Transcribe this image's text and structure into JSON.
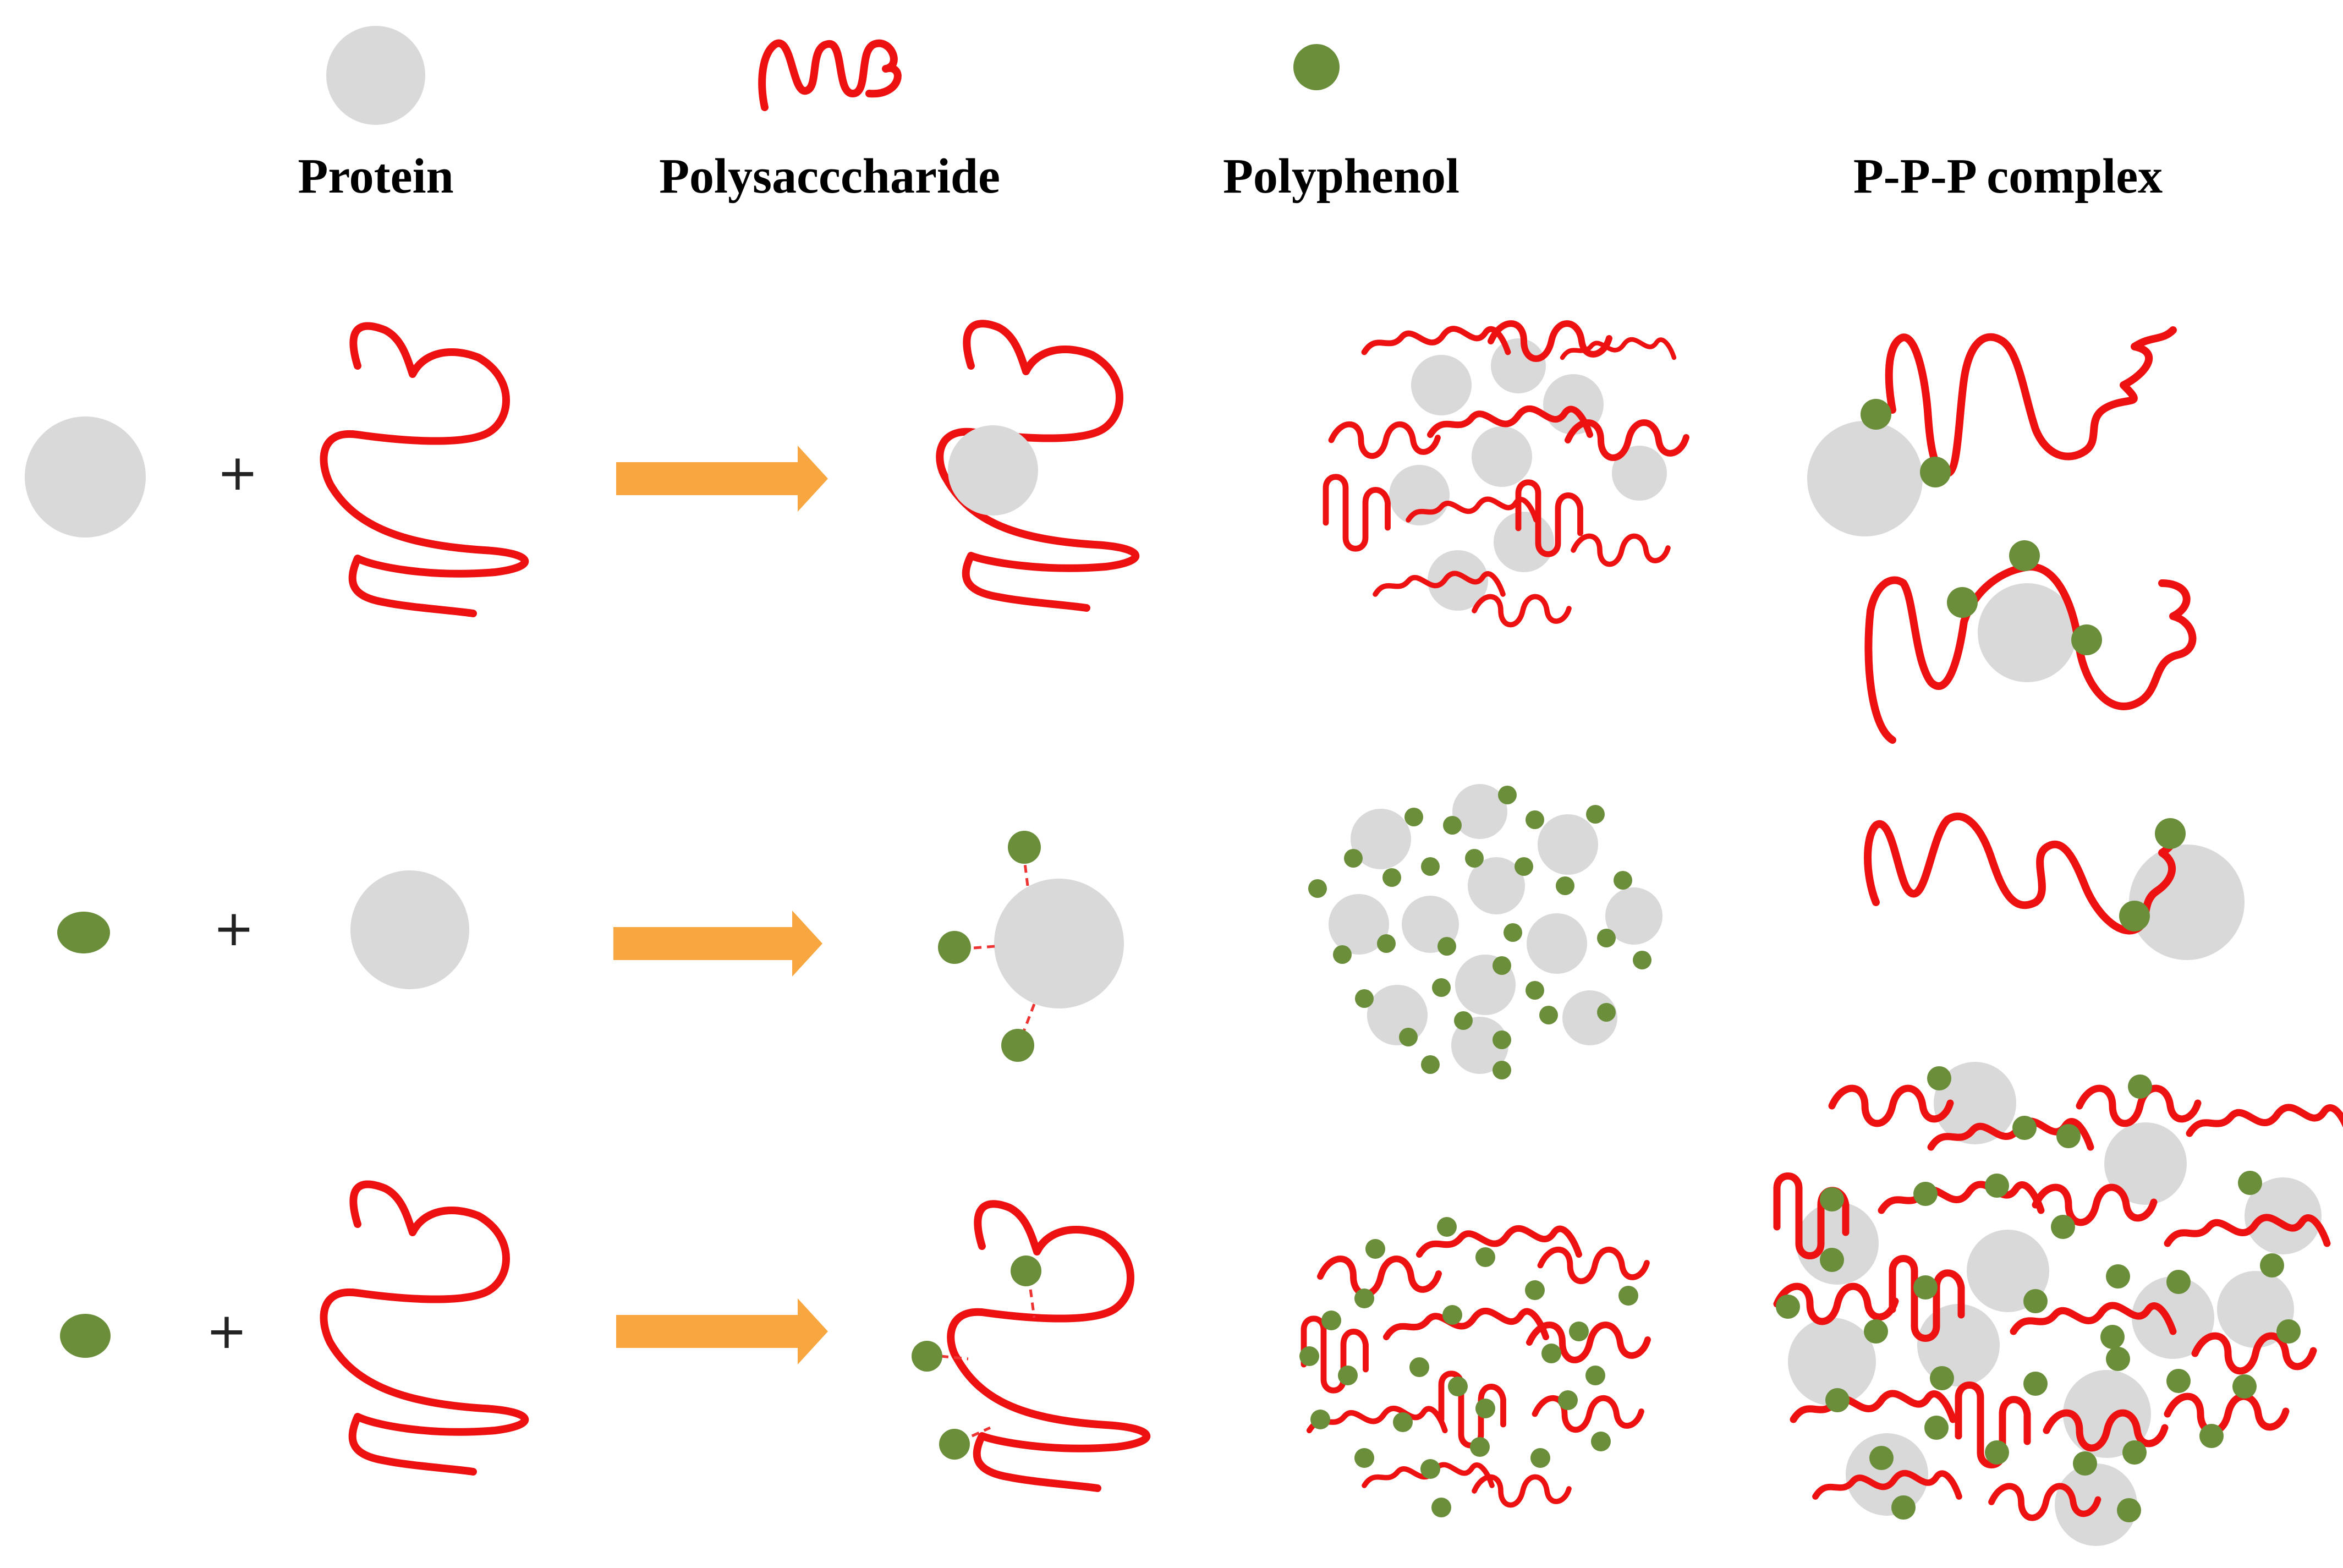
{
  "legend": {
    "protein_label": "Protein",
    "polysaccharide_label": "Polysacccharide",
    "polyphenol_label": "Polyphenol",
    "complex_label": "P-P-P complex"
  },
  "rows": [
    {
      "left": "protein",
      "operator": "+",
      "right": "polysaccharide"
    },
    {
      "left": "polyphenol",
      "operator": "+",
      "right": "protein"
    },
    {
      "left": "polyphenol",
      "operator": "+",
      "right": "polysaccharide"
    }
  ],
  "colors": {
    "protein": "#d9d9d9",
    "polysaccharide": "#ee1111",
    "polyphenol": "#6b8e3a",
    "arrow": "#f8a640",
    "text": "#000000"
  },
  "icons": {
    "protein": "grey-sphere",
    "polysaccharide": "red-wavy-chain",
    "polyphenol": "green-dot",
    "arrow": "orange-right-arrow"
  }
}
